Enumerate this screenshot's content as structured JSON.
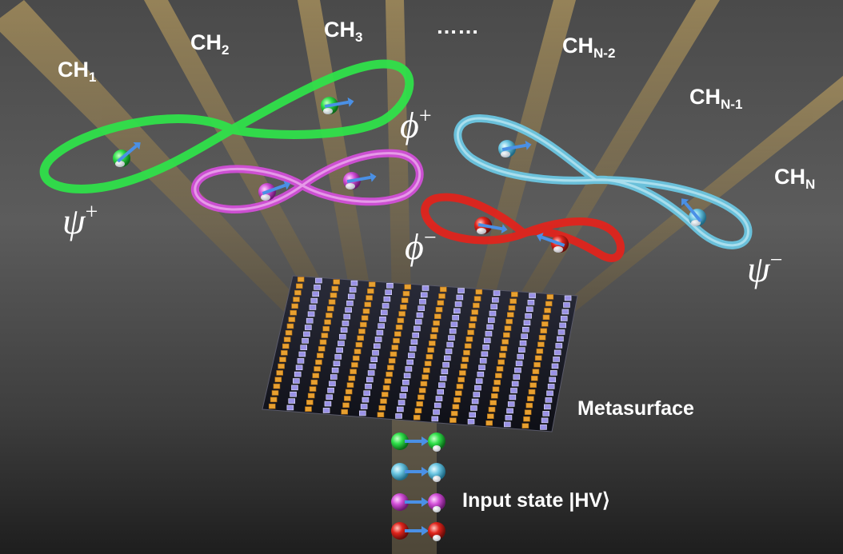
{
  "channels": {
    "ch1": {
      "base": "CH",
      "sub": "1"
    },
    "ch2": {
      "base": "CH",
      "sub": "2"
    },
    "ch3": {
      "base": "CH",
      "sub": "3"
    },
    "ellipsis": "……",
    "chn2": {
      "base": "CH",
      "sub": "N-2"
    },
    "chn1": {
      "base": "CH",
      "sub": "N-1"
    },
    "chn": {
      "base": "CH",
      "sub": "N"
    }
  },
  "states": {
    "psi_plus": {
      "symbol": "ψ",
      "sign": "+"
    },
    "phi_plus": {
      "symbol": "ϕ",
      "sign": "+"
    },
    "phi_minus": {
      "symbol": "ϕ",
      "sign": "−"
    },
    "psi_minus": {
      "symbol": "ψ",
      "sign": "−"
    }
  },
  "metasurface_label": "Metasurface",
  "input_label": "Input state |HV⟩",
  "colors": {
    "green": "#2fe04a",
    "magenta": "#d24fd8",
    "red": "#e0241c",
    "cyan": "#6cc6e2",
    "beam": "#b89a55",
    "pillar_orange": "#e8a030",
    "pillar_blue": "#9a92e6",
    "arrow": "#4a90e6"
  },
  "icons": [
    "photon-sphere-icon",
    "polarization-arrow-icon",
    "infinity-loop-icon"
  ]
}
